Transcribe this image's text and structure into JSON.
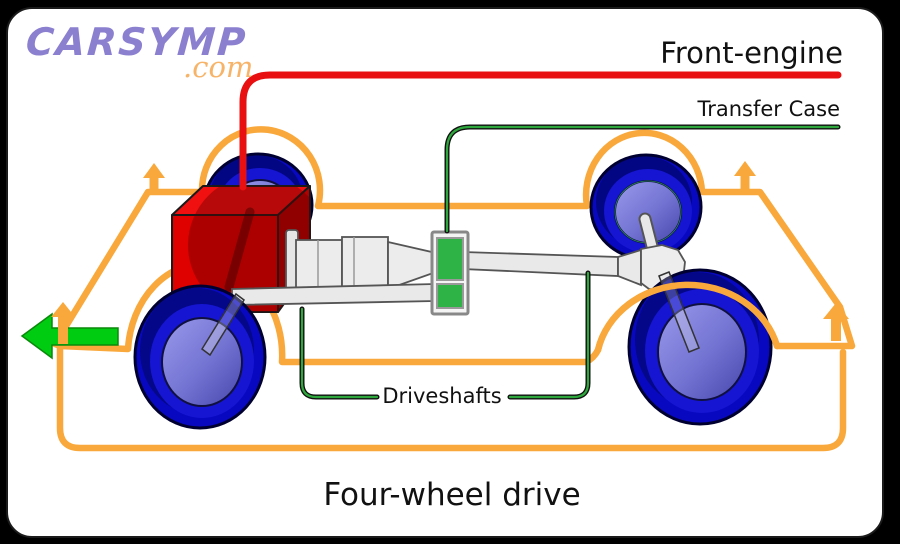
{
  "logo": {
    "brand": "CARSYMP",
    "tld": ".com"
  },
  "labels": {
    "front_engine": "Front-engine",
    "transfer_case": "Transfer Case",
    "driveshafts": "Driveshafts"
  },
  "title": "Four-wheel drive",
  "colors": {
    "outline_orange": "#F9A83B",
    "engine_red": "#DF0000",
    "wheel_blue": "#0808C0",
    "hub_periwinkle": "#8A8AE0",
    "transfer_case_green": "#2EB446",
    "pointer_green": "#2EA83C",
    "pointer_red": "#E81010",
    "direction_arrow_green": "#00CC11",
    "logo_purple": "#8B7FD0",
    "logo_com_orange": "#F7B469",
    "label_text": "#111111"
  },
  "diagram": {
    "type": "four-wheel-drive powertrain schematic",
    "components": [
      {
        "name": "engine-block",
        "color": "#DF0000"
      },
      {
        "name": "transmission",
        "color": "#ECECEC"
      },
      {
        "name": "transfer-case",
        "color": "#2EB446"
      },
      {
        "name": "front-driveshaft",
        "color": "#E9E9E9"
      },
      {
        "name": "rear-driveshaft",
        "color": "#E9E9E9"
      },
      {
        "name": "wheel",
        "count": 4,
        "color": "#0808C0"
      },
      {
        "name": "car-outline",
        "color": "#F9A83B"
      },
      {
        "name": "travel-direction-arrow",
        "color": "#00CC11"
      }
    ]
  }
}
